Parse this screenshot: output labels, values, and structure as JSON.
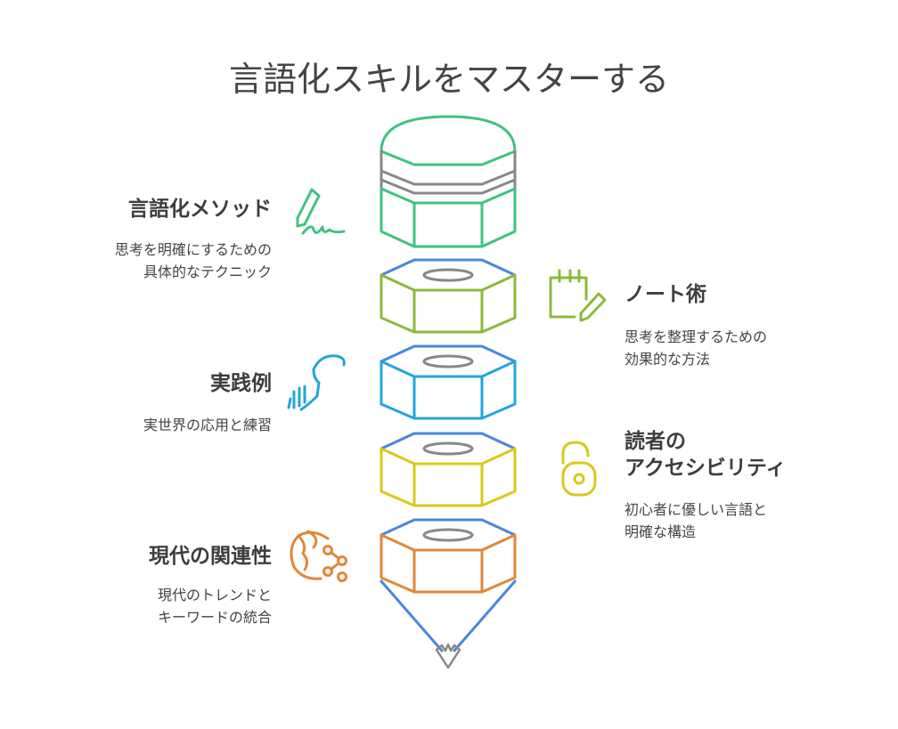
{
  "title": "言語化スキルをマスターする",
  "items": [
    {
      "heading": "言語化メソッド",
      "desc1": "思考を明確にするための",
      "desc2": "具体的なテクニック",
      "icon": "pen-signature-icon",
      "color": "#3fc380"
    },
    {
      "heading": "ノート術",
      "desc1": "思考を整理するための",
      "desc2": "効果的な方法",
      "icon": "notepad-pen-icon",
      "color": "#8cba3a"
    },
    {
      "heading": "実践例",
      "desc1": "実世界の応用と練習",
      "icon": "speaking-head-icon",
      "color": "#22a6db"
    },
    {
      "heading1": "読者の",
      "heading2": "アクセシビリティ",
      "desc1": "初心者に優しい言語と",
      "desc2": "明確な構造",
      "icon": "unlock-icon",
      "color": "#d9c91c"
    },
    {
      "heading": "現代の関連性",
      "desc1": "現代のトレンドと",
      "desc2": "キーワードの統合",
      "icon": "globe-share-icon",
      "color": "#e0873a"
    }
  ],
  "colors": {
    "outline": "#4a86e0",
    "grey": "#888888"
  }
}
